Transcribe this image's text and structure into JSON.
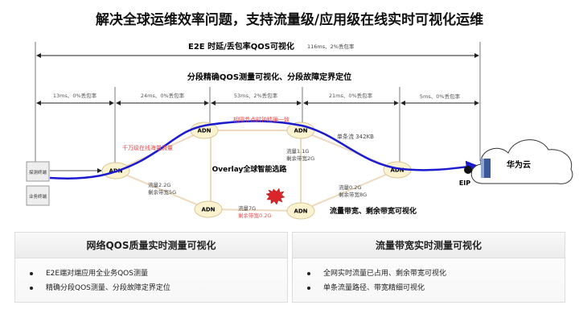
{
  "title": "解决全球运维效率问题，支持流量级/应用级在线实时可视化运维",
  "e2e": {
    "label": "E2E 时延/丢包率QOS可视化",
    "value": "116ms、2%丢包率"
  },
  "segment_title": "分段精确QOS测量可视化、分段故障定界定位",
  "segments": [
    "13ms、0%丢包率",
    "24ms、0%丢包率",
    "53ms、2%丢包率",
    "21ms、0%丢包率",
    "5ms、0%丢包率"
  ],
  "terminals": {
    "probe": "探测终端",
    "business": "业务终端"
  },
  "node_label": "ADN",
  "annotations": {
    "clock_sync": "相隔节点时钟精确一致",
    "massive_flows": "千万级在线海量流量",
    "overlay": "Overlay全球智能选路",
    "single_flow": "单条流 342KB",
    "bandwidth_vis": "流量带宽、剩余带宽可视化"
  },
  "links": [
    {
      "flow": "流量2.2G",
      "remaining": "剩余带宽5G"
    },
    {
      "flow": "流量1.1G",
      "remaining": "剩余带宽2G"
    },
    {
      "flow": "流量7G",
      "remaining": "剩余带宽0.2G"
    },
    {
      "flow": "流量0.2G",
      "remaining": "剩余带宽8G"
    }
  ],
  "cloud": {
    "label": "华为云",
    "eip": "EIP"
  },
  "colors": {
    "path": "#1a1ad0",
    "link": "#efd9bd",
    "alert": "#e84a4a",
    "node_fill": "#fbf3d0"
  },
  "panels": [
    {
      "title": "网络QOS质量实时测量可视化",
      "items": [
        "E2E端对端应用全业务QOS测量",
        "精确分段QOS测量、分段故障定界定位"
      ]
    },
    {
      "title": "流量带宽实时测量可视化",
      "items": [
        "全网实时流量已占用、剩余带宽可视化",
        "单条流量路径、带宽精细可视化"
      ]
    }
  ]
}
